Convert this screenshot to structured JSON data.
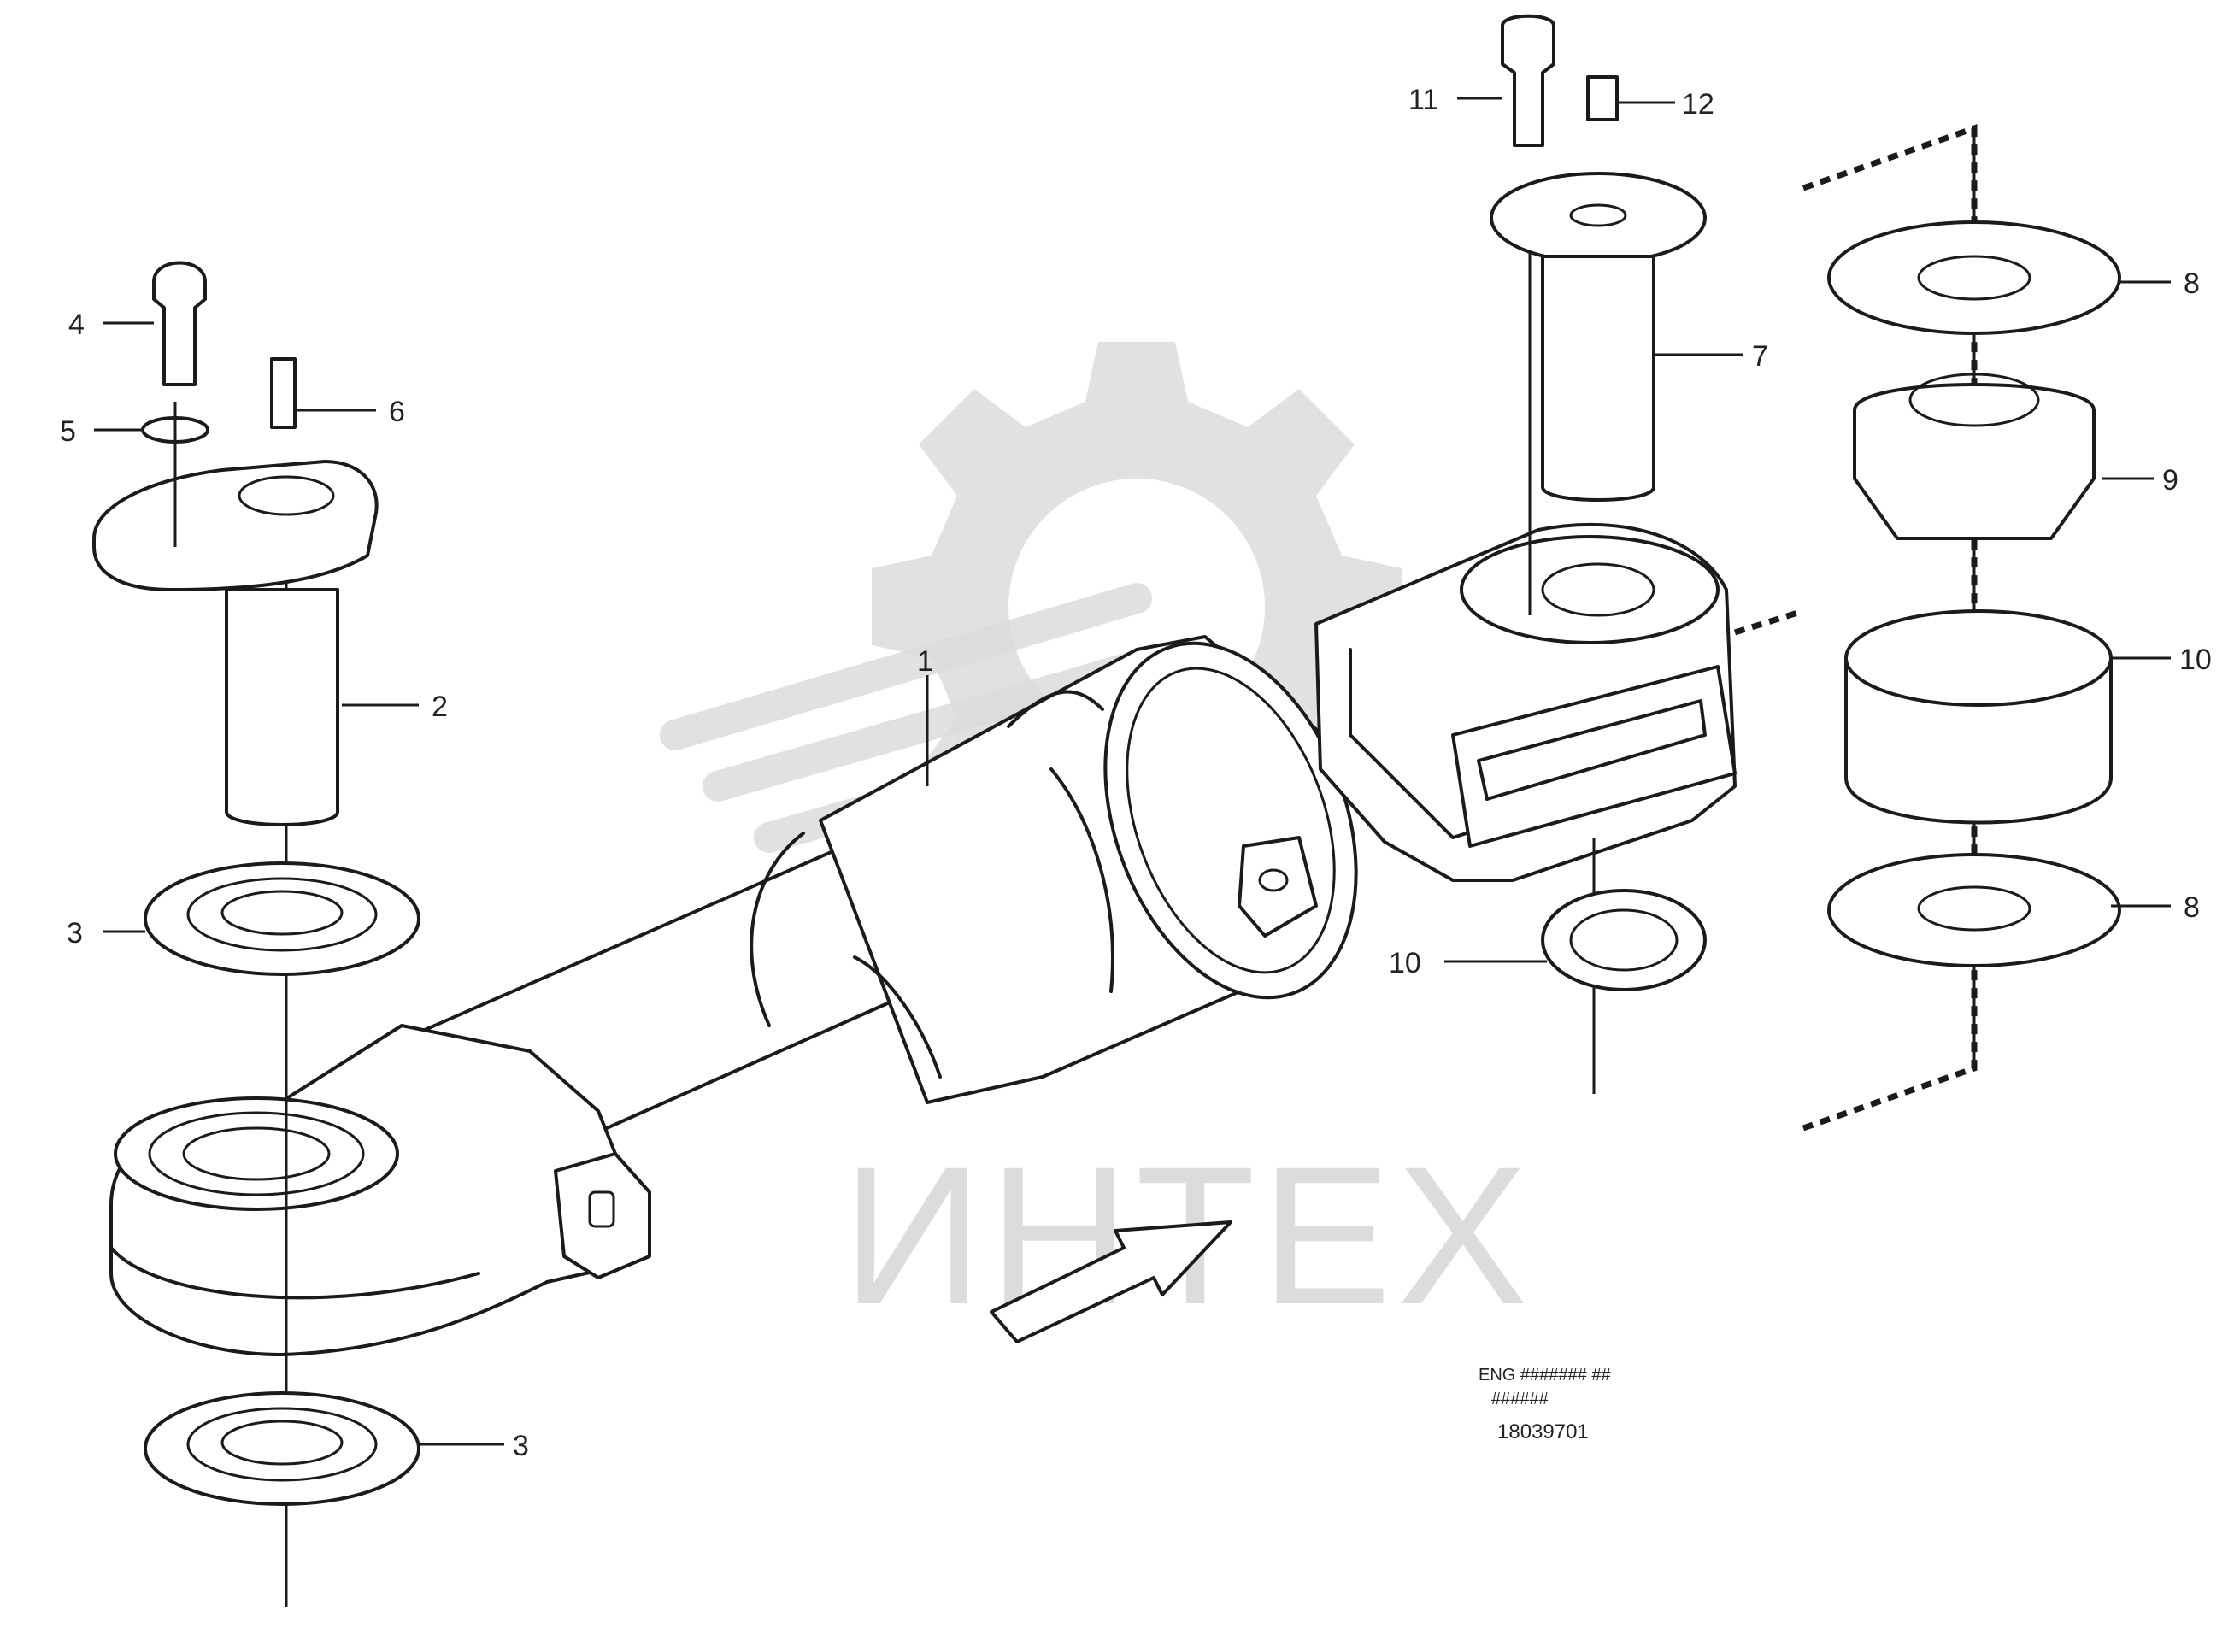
{
  "diagram": {
    "callouts": [
      {
        "id": "c1",
        "label": "1"
      },
      {
        "id": "c2",
        "label": "2"
      },
      {
        "id": "c3a",
        "label": "3"
      },
      {
        "id": "c3b",
        "label": "3"
      },
      {
        "id": "c4",
        "label": "4"
      },
      {
        "id": "c5",
        "label": "5"
      },
      {
        "id": "c6",
        "label": "6"
      },
      {
        "id": "c7",
        "label": "7"
      },
      {
        "id": "c8a",
        "label": "8"
      },
      {
        "id": "c8b",
        "label": "8"
      },
      {
        "id": "c9",
        "label": "9"
      },
      {
        "id": "c10a",
        "label": "10"
      },
      {
        "id": "c10b",
        "label": "10"
      },
      {
        "id": "c11",
        "label": "11"
      },
      {
        "id": "c12",
        "label": "12"
      }
    ],
    "caption_lines": [
      "ENG ####### ##",
      "######",
      "18039701"
    ]
  },
  "watermark": {
    "text": "ИНТЕХ",
    "color": "#d9d9d9"
  }
}
